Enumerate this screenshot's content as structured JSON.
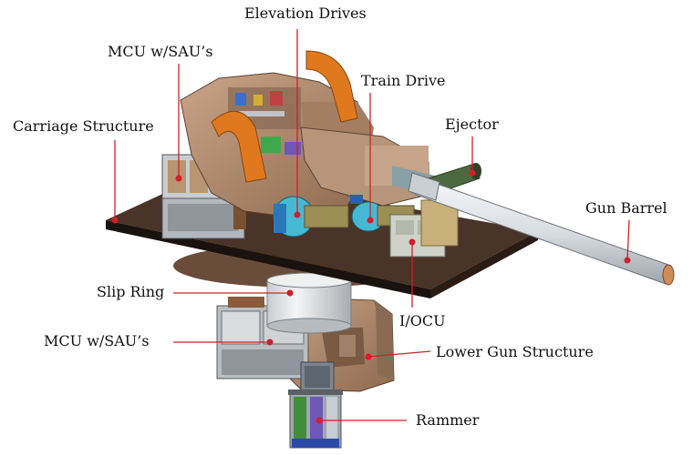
{
  "diagram": {
    "labels": {
      "elevation_drives": "Elevation Drives",
      "mcu_upper": "MCU w/SAU’s",
      "train_drive": "Train Drive",
      "carriage_structure": "Carriage Structure",
      "ejector": "Ejector",
      "gun_barrel": "Gun Barrel",
      "slip_ring": "Slip Ring",
      "iocu": "I/OCU",
      "mcu_lower": "MCU w/SAU’s",
      "lower_gun_structure": "Lower Gun Structure",
      "rammer": "Rammer"
    },
    "colors": {
      "leader_line": "#d0202a",
      "leader_dot": "#d0202a",
      "deck": "#4a3328",
      "deck_edge": "#1a120e",
      "bronze": "#b08a6c",
      "orange": "#e0791e",
      "gray": "#9aa3ab",
      "cyan": "#45b9d4",
      "olive": "#9c8e54",
      "barrel": "#e4e8ec"
    }
  }
}
